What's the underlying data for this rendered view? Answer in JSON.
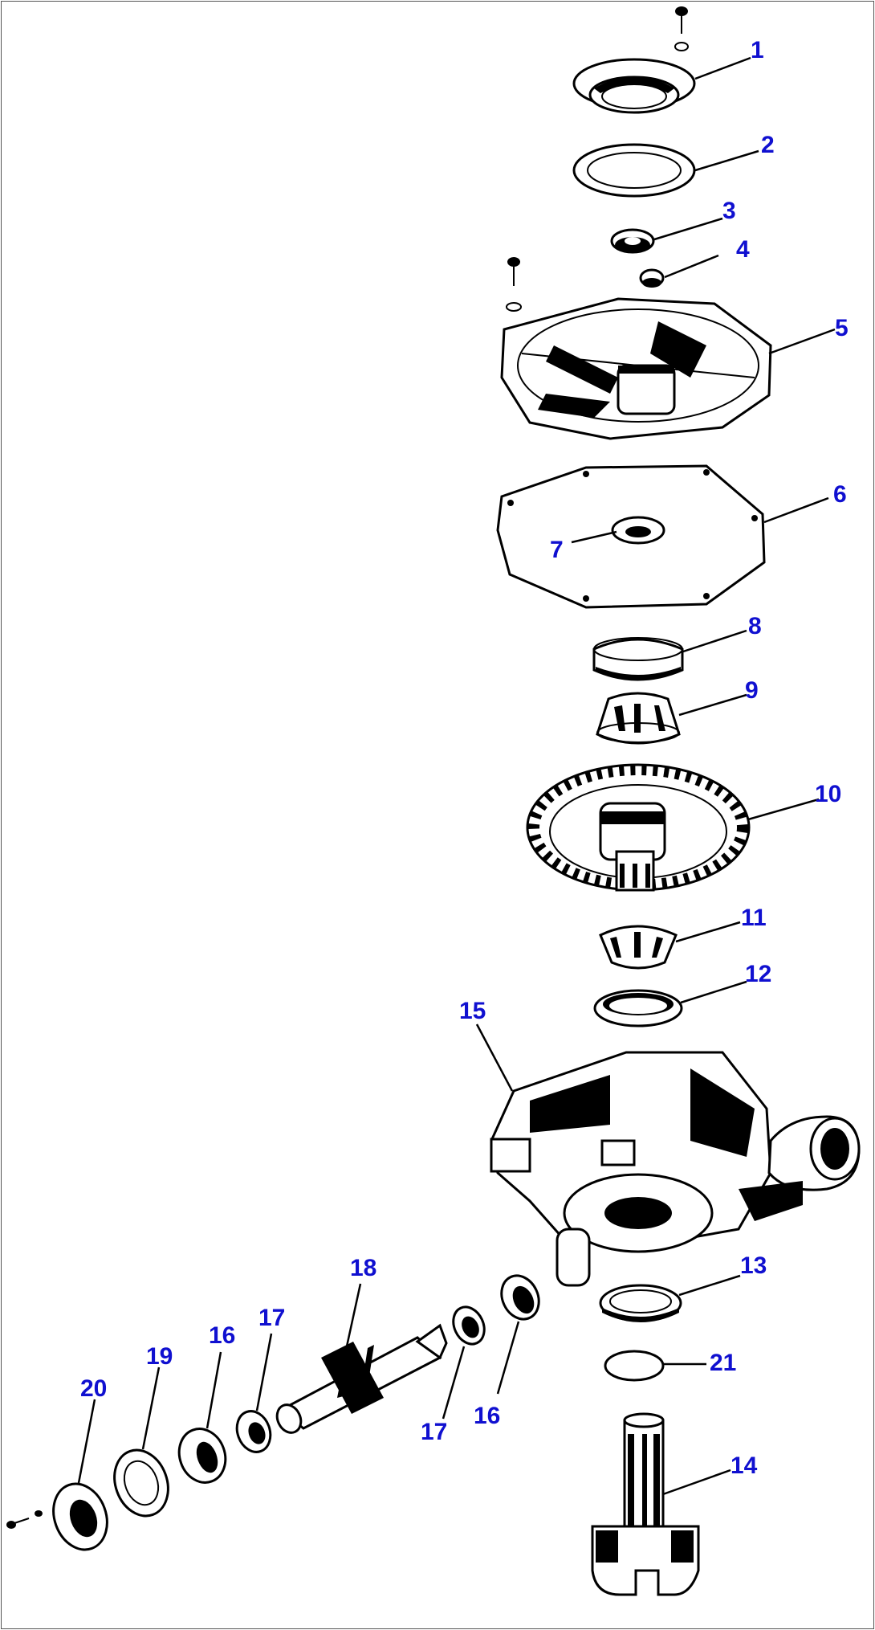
{
  "diagram": {
    "callouts": [
      {
        "id": "c1",
        "text": "1"
      },
      {
        "id": "c2",
        "text": "2"
      },
      {
        "id": "c3",
        "text": "3"
      },
      {
        "id": "c4",
        "text": "4"
      },
      {
        "id": "c5",
        "text": "5"
      },
      {
        "id": "c6",
        "text": "6"
      },
      {
        "id": "c7",
        "text": "7"
      },
      {
        "id": "c8",
        "text": "8"
      },
      {
        "id": "c9",
        "text": "9"
      },
      {
        "id": "c10",
        "text": "10"
      },
      {
        "id": "c11",
        "text": "11"
      },
      {
        "id": "c12",
        "text": "12"
      },
      {
        "id": "c13",
        "text": "13"
      },
      {
        "id": "c14",
        "text": "14"
      },
      {
        "id": "c15",
        "text": "15"
      },
      {
        "id": "c16a",
        "text": "16"
      },
      {
        "id": "c16b",
        "text": "16"
      },
      {
        "id": "c17a",
        "text": "17"
      },
      {
        "id": "c17b",
        "text": "17"
      },
      {
        "id": "c18",
        "text": "18"
      },
      {
        "id": "c19",
        "text": "19"
      },
      {
        "id": "c20",
        "text": "20"
      },
      {
        "id": "c21",
        "text": "21"
      }
    ],
    "colors": {
      "callout": "#1010d0",
      "line": "#000000",
      "background": "#ffffff"
    }
  }
}
